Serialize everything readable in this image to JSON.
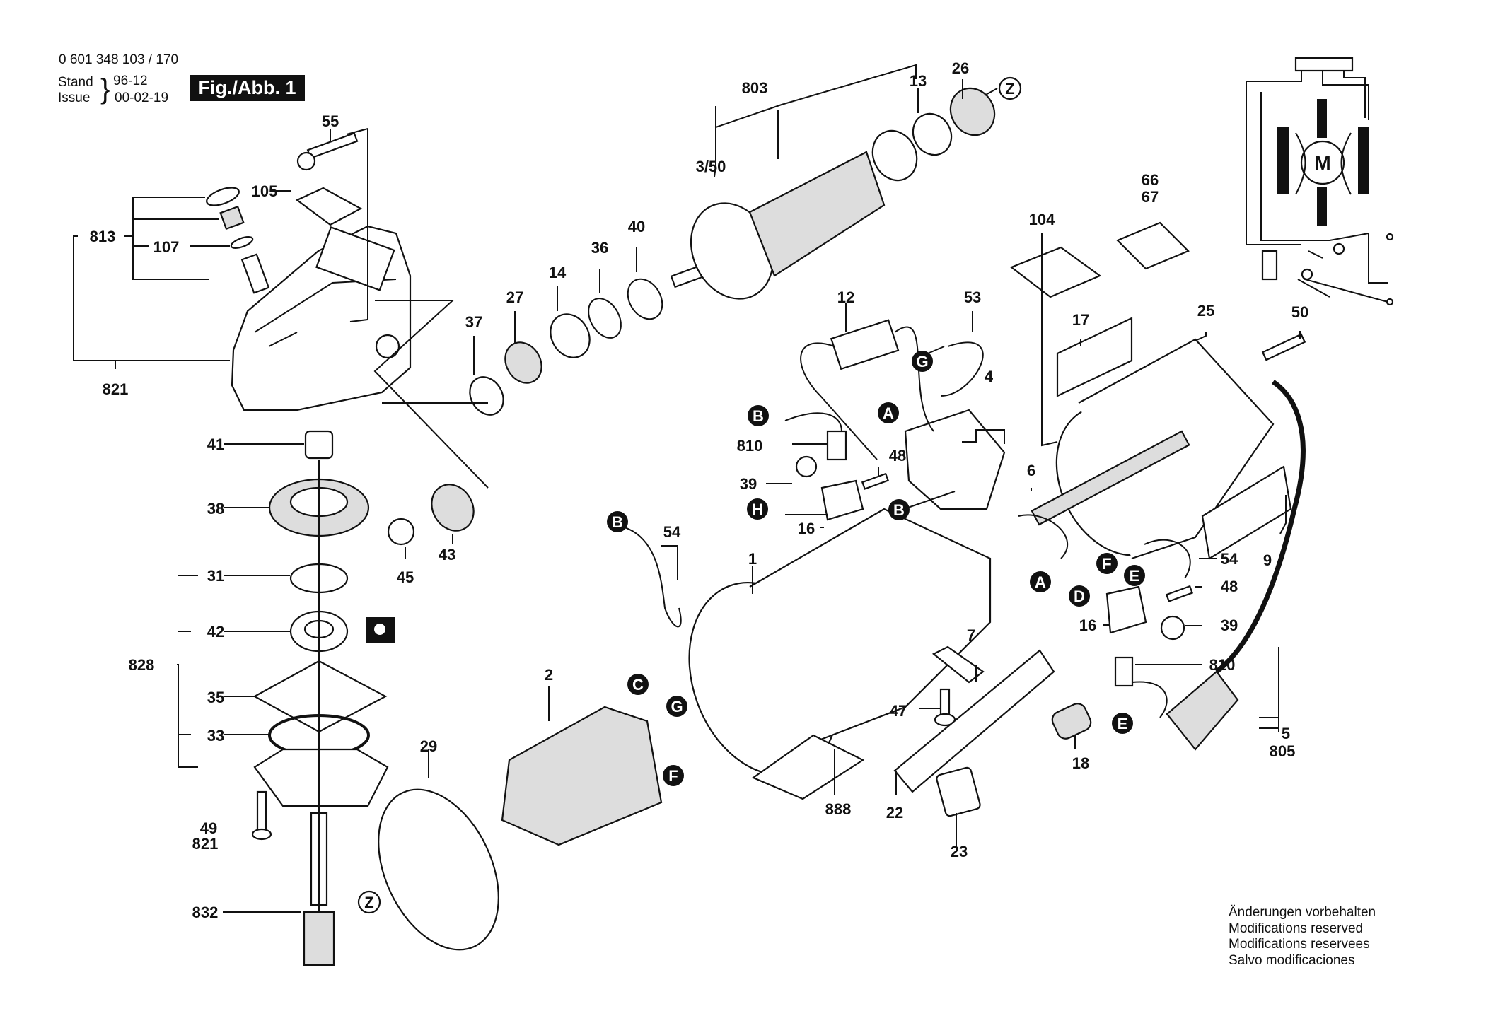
{
  "header": {
    "part_number": "0 601 348 103 / 170",
    "stand_label": "Stand",
    "issue_label": "Issue",
    "old_date": "96-12",
    "new_date": "00-02-19",
    "figure_label": "Fig./Abb. 1"
  },
  "notes": [
    "Änderungen vorbehalten",
    "Modifications reserved",
    "Modifications reservees",
    "Salvo modificaciones"
  ],
  "schematic": {
    "motor_symbol": "M"
  },
  "part_labels": {
    "p55": "55",
    "p105": "105",
    "p813": "813",
    "p107": "107",
    "p821a": "821",
    "p41": "41",
    "p38": "38",
    "p45": "45",
    "p43": "43",
    "p31": "31",
    "p42": "42",
    "p828": "828",
    "p35": "35",
    "p33": "33",
    "p49": "49",
    "p821b": "821",
    "p832": "832",
    "p37": "37",
    "p27": "27",
    "p14": "14",
    "p36": "36",
    "p40": "40",
    "p803": "803",
    "p350": "3/50",
    "p13": "13",
    "p26": "26",
    "p104": "104",
    "p66": "66",
    "p67": "67",
    "p17": "17",
    "p25": "25",
    "p50": "50",
    "p12": "12",
    "p53": "53",
    "p4": "4",
    "p810a": "810",
    "p39a": "39",
    "p48a": "48",
    "p16a": "16",
    "p6": "6",
    "p54a": "54",
    "p1": "1",
    "p2": "2",
    "p29": "29",
    "p9": "9",
    "p54b": "54",
    "p48b": "48",
    "p16b": "16",
    "p39b": "39",
    "p810b": "810",
    "p7": "7",
    "p47": "47",
    "p18": "18",
    "p5": "5",
    "p805": "805",
    "p888": "888",
    "p22": "22",
    "p23": "23"
  },
  "callouts": {
    "zTop": "Z",
    "zBottom": "Z",
    "gTop": "G",
    "aTop": "A",
    "bLeft": "B",
    "bMid": "B",
    "hLeft": "H",
    "bWire": "B",
    "aWire": "A",
    "fWire": "F",
    "eTop": "E",
    "dMid": "D",
    "eBot": "E",
    "cStator": "C",
    "gStator": "G",
    "fStator": "F"
  }
}
